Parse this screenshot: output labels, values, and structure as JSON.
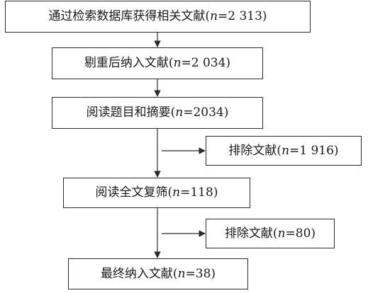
{
  "steps": [
    {
      "prefix": "通过检索数据库获得相关文献(",
      "var": "n",
      "suffix": "=2 313)"
    },
    {
      "prefix": "剔重后纳入文献(",
      "var": "n",
      "suffix": "=2 034)"
    },
    {
      "prefix": "阅读题目和摘要(",
      "var": "n",
      "suffix": "=2034)"
    },
    {
      "prefix": "阅读全文复筛(",
      "var": "n",
      "suffix": "=118)"
    },
    {
      "prefix": "最终纳入文献(",
      "var": "n",
      "suffix": "=38)"
    }
  ],
  "exclusions": [
    {
      "prefix": "排除文献(",
      "var": "n",
      "suffix": "=1 916)"
    },
    {
      "prefix": "排除文献(",
      "var": "n",
      "suffix": "=80)"
    }
  ]
}
